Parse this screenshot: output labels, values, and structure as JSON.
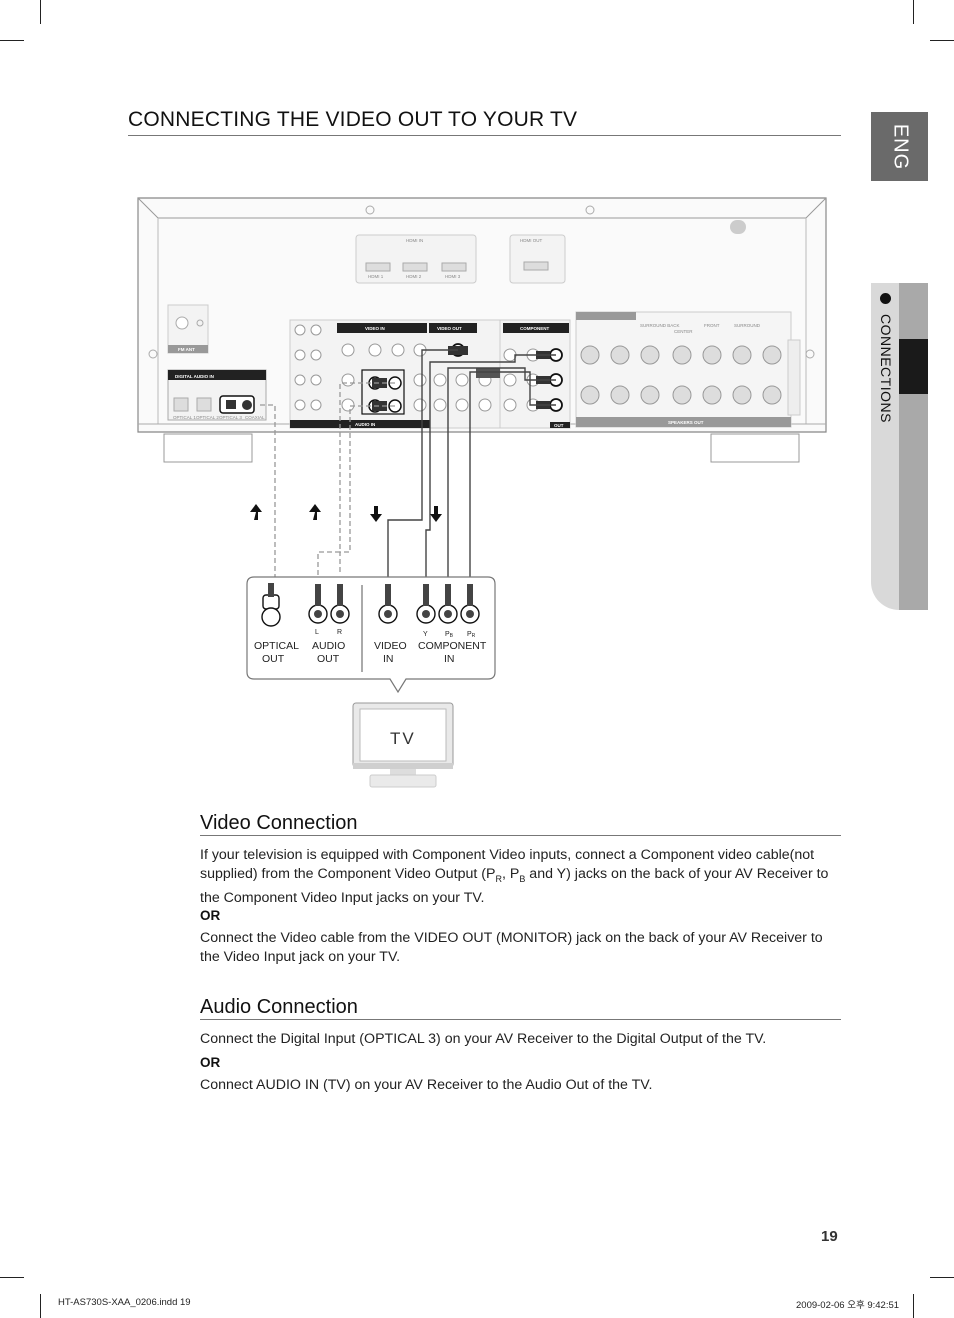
{
  "page": {
    "title": "CONNECTING THE VIDEO OUT TO YOUR TV",
    "language_tab": "ENG",
    "section_tab": "CONNECTIONS",
    "page_number": "19"
  },
  "diagram": {
    "receiver_panel_labels": {
      "video_in": "VIDEO IN",
      "video_out": "VIDEO OUT",
      "component": "COMPONENT",
      "digital_audio_in": "DIGITAL AUDIO IN",
      "audio_in": "AUDIO IN",
      "speakers_out": "SPEAKERS OUT",
      "hdmi_in": "HDMI IN",
      "hdmi_out": "HDMI OUT",
      "hdmi_1": "HDMI 1",
      "hdmi_2": "HDMI 2",
      "hdmi_3": "HDMI 3",
      "fm_ant": "FM ANT",
      "optical_1": "OPTICAL 1",
      "optical_2": "OPTICAL 2",
      "optical_3": "OPTICAL 3",
      "coaxial": "COAXIAL",
      "center": "CENTER",
      "front": "FRONT",
      "surround": "SURROUND",
      "surround_back": "SURROUND BACK",
      "out": "OUT"
    },
    "tv_jacks": {
      "optical_out": [
        "OPTICAL",
        "OUT"
      ],
      "audio_out": [
        "AUDIO",
        "OUT"
      ],
      "video_in": [
        "VIDEO",
        "IN"
      ],
      "component_in": [
        "COMPONENT",
        "IN"
      ],
      "l": "L",
      "r": "R",
      "y": "Y",
      "pb": "P",
      "pb_sub": "B",
      "pr": "P",
      "pr_sub": "R"
    },
    "tv_label": "TV"
  },
  "video_connection": {
    "heading": "Video Connection",
    "para1_a": "If your television is equipped with Component Video inputs, connect a Component video cable(not supplied) from the Component Video Output (P",
    "para1_sub_r": "R",
    "para1_b": ", P",
    "para1_sub_b": "B",
    "para1_c": " and Y) jacks on the back of your AV Receiver to the Component Video Input jacks on your TV.",
    "or": "OR",
    "para2": "Connect the Video cable from the VIDEO OUT (MONITOR) jack on the back of your AV Receiver to the Video Input jack on your TV."
  },
  "audio_connection": {
    "heading": "Audio Connection",
    "para1": "Connect the Digital Input (OPTICAL 3) on your AV Receiver to the Digital Output of the TV.",
    "or": "OR",
    "para2": "Connect AUDIO IN (TV) on your AV Receiver to the Audio Out of the TV."
  },
  "footer": {
    "left": "HT-AS730S-XAA_0206.indd   19",
    "right": "2009-02-06   오후 9:42:51"
  }
}
